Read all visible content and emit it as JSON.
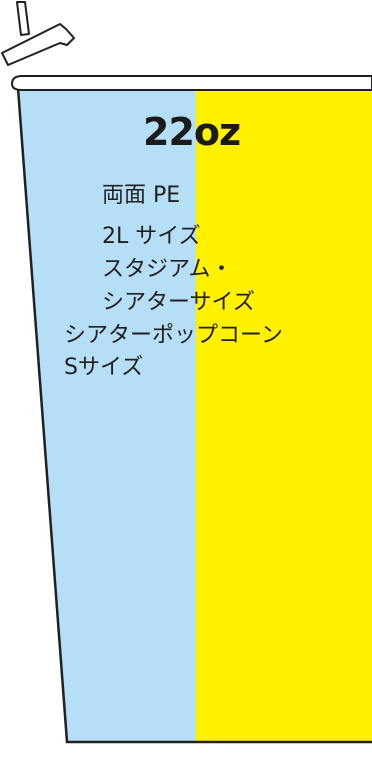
{
  "cup": {
    "size_title": "22oz",
    "spec_lines": [
      "両面 PE",
      "2L サイズ",
      "スタジアム・",
      "シアターサイズ",
      "シアターポップコーン",
      "Sサイズ"
    ],
    "colors": {
      "left_panel": "#b5dff6",
      "right_panel": "#fff100",
      "outline": "#231f20"
    },
    "icons": [
      "straw-icon"
    ]
  }
}
